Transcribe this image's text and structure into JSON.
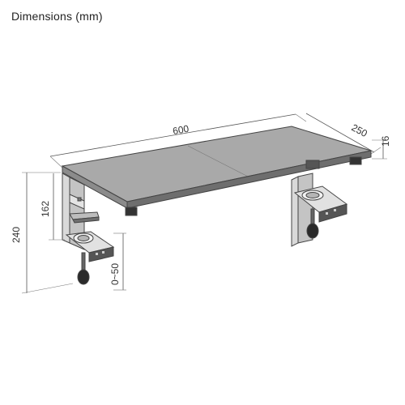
{
  "title": "Dimensions (mm)",
  "dimensions": {
    "width": "600",
    "depth": "250",
    "thickness": "16",
    "clamp_height": "162",
    "total_height": "240",
    "clamp_range": "0~50"
  },
  "colors": {
    "board_top": "#a9a9a9",
    "board_edge": "#6e6e6e",
    "metal": "#d9d9d9",
    "dark": "#222222",
    "line": "#555555"
  }
}
